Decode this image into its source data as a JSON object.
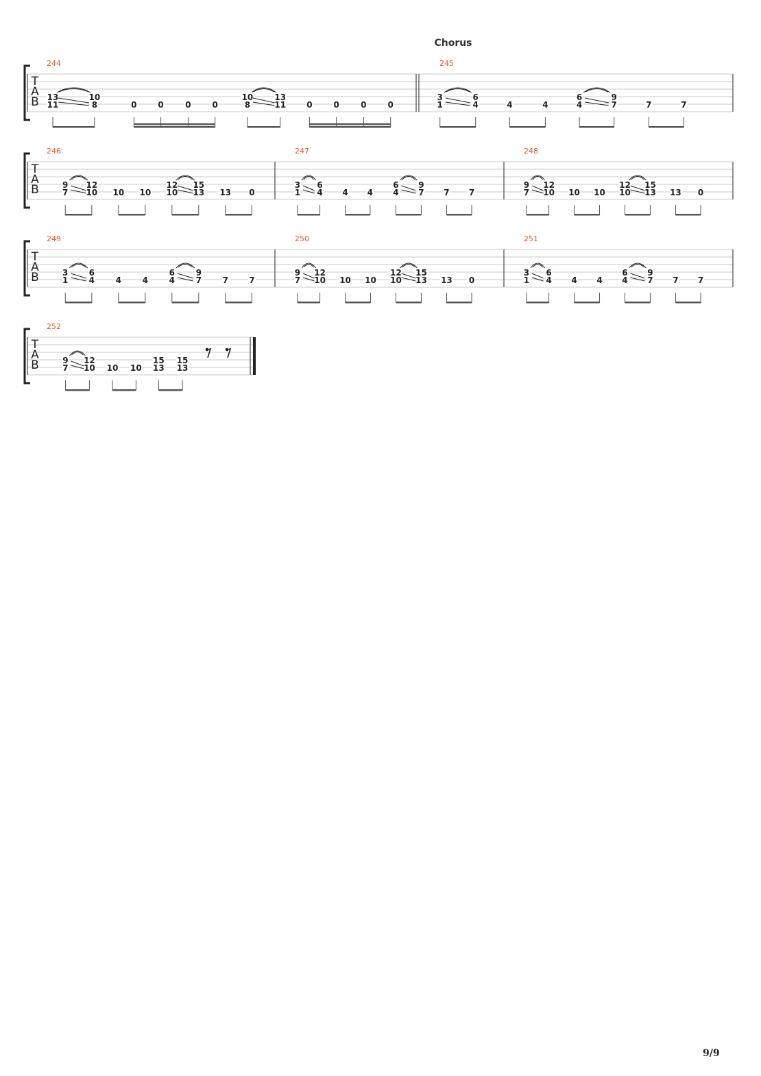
{
  "page": {
    "number": "9/9"
  },
  "colors": {
    "staff_line": "#c8c8c8",
    "bar_number": "#e8562a",
    "note": "#222222",
    "beam": "#555555"
  },
  "tab_letters": [
    "T",
    "A",
    "B"
  ],
  "systems": [
    {
      "measures": [
        {
          "number": "244",
          "section": "Chorus",
          "groups": [
            {
              "beam": "single",
              "notes": [
                {
                  "s": 4,
                  "f": "13",
                  "x": 0.065
                },
                {
                  "s": 5,
                  "f": "11",
                  "x": 0.065
                },
                {
                  "s": 4,
                  "f": "10",
                  "x": 0.172,
                  "slur": "prev"
                },
                {
                  "s": 5,
                  "f": "8",
                  "x": 0.172,
                  "slide": "prev"
                }
              ]
            },
            {
              "beam": "double",
              "notes": [
                {
                  "s": 5,
                  "f": "0",
                  "x": 0.273
                },
                {
                  "s": 5,
                  "f": "0",
                  "x": 0.342
                },
                {
                  "s": 5,
                  "f": "0",
                  "x": 0.412
                },
                {
                  "s": 5,
                  "f": "0",
                  "x": 0.481
                }
              ]
            },
            {
              "beam": "single",
              "notes": [
                {
                  "s": 4,
                  "f": "10",
                  "x": 0.564
                },
                {
                  "s": 5,
                  "f": "8",
                  "x": 0.564
                },
                {
                  "s": 4,
                  "f": "13",
                  "x": 0.648,
                  "slur": "prev"
                },
                {
                  "s": 5,
                  "f": "11",
                  "x": 0.648,
                  "slide": "prev"
                }
              ]
            },
            {
              "beam": "double",
              "notes": [
                {
                  "s": 5,
                  "f": "0",
                  "x": 0.723
                },
                {
                  "s": 5,
                  "f": "0",
                  "x": 0.792
                },
                {
                  "s": 5,
                  "f": "0",
                  "x": 0.862
                },
                {
                  "s": 5,
                  "f": "0",
                  "x": 0.931
                }
              ]
            }
          ]
        },
        {
          "number": "245",
          "groups": [
            {
              "beam": "single",
              "notes": [
                {
                  "s": 4,
                  "f": "3",
                  "x": 0.063
                },
                {
                  "s": 5,
                  "f": "1",
                  "x": 0.063
                },
                {
                  "s": 4,
                  "f": "6",
                  "x": 0.177,
                  "slur": "prev"
                },
                {
                  "s": 5,
                  "f": "4",
                  "x": 0.177,
                  "slide": "prev"
                }
              ]
            },
            {
              "beam": "single",
              "notes": [
                {
                  "s": 5,
                  "f": "4",
                  "x": 0.286
                },
                {
                  "s": 5,
                  "f": "4",
                  "x": 0.4
                }
              ]
            },
            {
              "beam": "single",
              "notes": [
                {
                  "s": 4,
                  "f": "6",
                  "x": 0.509
                },
                {
                  "s": 5,
                  "f": "4",
                  "x": 0.509
                },
                {
                  "s": 4,
                  "f": "9",
                  "x": 0.62,
                  "slur": "prev"
                },
                {
                  "s": 5,
                  "f": "7",
                  "x": 0.62,
                  "slide": "prev"
                }
              ]
            },
            {
              "beam": "single",
              "notes": [
                {
                  "s": 5,
                  "f": "7",
                  "x": 0.731
                },
                {
                  "s": 5,
                  "f": "7",
                  "x": 0.843
                }
              ]
            }
          ]
        }
      ]
    },
    {
      "measures": [
        {
          "number": "246",
          "groups": [
            {
              "beam": "single",
              "notes": [
                {
                  "s": 4,
                  "f": "9",
                  "x": 0.153
                },
                {
                  "s": 5,
                  "f": "7",
                  "x": 0.153
                },
                {
                  "s": 4,
                  "f": "12",
                  "x": 0.26,
                  "slur": "prev"
                },
                {
                  "s": 5,
                  "f": "10",
                  "x": 0.26,
                  "slide": "prev"
                }
              ]
            },
            {
              "beam": "single",
              "notes": [
                {
                  "s": 5,
                  "f": "10",
                  "x": 0.368
                },
                {
                  "s": 5,
                  "f": "10",
                  "x": 0.476
                }
              ]
            },
            {
              "beam": "single",
              "notes": [
                {
                  "s": 4,
                  "f": "12",
                  "x": 0.584
                },
                {
                  "s": 5,
                  "f": "10",
                  "x": 0.584
                },
                {
                  "s": 4,
                  "f": "15",
                  "x": 0.692,
                  "slur": "prev"
                },
                {
                  "s": 5,
                  "f": "13",
                  "x": 0.692,
                  "slide": "prev"
                }
              ]
            },
            {
              "beam": "single",
              "notes": [
                {
                  "s": 5,
                  "f": "13",
                  "x": 0.8
                },
                {
                  "s": 5,
                  "f": "0",
                  "x": 0.907
                }
              ]
            }
          ]
        },
        {
          "number": "247",
          "groups": [
            {
              "beam": "single",
              "notes": [
                {
                  "s": 4,
                  "f": "3",
                  "x": 0.096
                },
                {
                  "s": 5,
                  "f": "1",
                  "x": 0.096
                },
                {
                  "s": 4,
                  "f": "6",
                  "x": 0.194,
                  "slur": "prev"
                },
                {
                  "s": 5,
                  "f": "4",
                  "x": 0.194,
                  "slide": "prev"
                }
              ]
            },
            {
              "beam": "single",
              "notes": [
                {
                  "s": 5,
                  "f": "4",
                  "x": 0.305
                },
                {
                  "s": 5,
                  "f": "4",
                  "x": 0.414
                }
              ]
            },
            {
              "beam": "single",
              "notes": [
                {
                  "s": 4,
                  "f": "6",
                  "x": 0.527
                },
                {
                  "s": 5,
                  "f": "4",
                  "x": 0.527
                },
                {
                  "s": 4,
                  "f": "9",
                  "x": 0.638,
                  "slur": "prev"
                },
                {
                  "s": 5,
                  "f": "7",
                  "x": 0.638,
                  "slide": "prev"
                }
              ]
            },
            {
              "beam": "single",
              "notes": [
                {
                  "s": 5,
                  "f": "7",
                  "x": 0.749
                },
                {
                  "s": 5,
                  "f": "7",
                  "x": 0.859
                }
              ]
            }
          ]
        },
        {
          "number": "248",
          "groups": [
            {
              "beam": "single",
              "notes": [
                {
                  "s": 4,
                  "f": "9",
                  "x": 0.096
                },
                {
                  "s": 5,
                  "f": "7",
                  "x": 0.096
                },
                {
                  "s": 4,
                  "f": "12",
                  "x": 0.194,
                  "slur": "prev"
                },
                {
                  "s": 5,
                  "f": "10",
                  "x": 0.194,
                  "slide": "prev"
                }
              ]
            },
            {
              "beam": "single",
              "notes": [
                {
                  "s": 5,
                  "f": "10",
                  "x": 0.305
                },
                {
                  "s": 5,
                  "f": "10",
                  "x": 0.416
                }
              ]
            },
            {
              "beam": "single",
              "notes": [
                {
                  "s": 4,
                  "f": "12",
                  "x": 0.527
                },
                {
                  "s": 5,
                  "f": "10",
                  "x": 0.527
                },
                {
                  "s": 4,
                  "f": "15",
                  "x": 0.638,
                  "slur": "prev"
                },
                {
                  "s": 5,
                  "f": "13",
                  "x": 0.638,
                  "slide": "prev"
                }
              ]
            },
            {
              "beam": "single",
              "notes": [
                {
                  "s": 5,
                  "f": "13",
                  "x": 0.749
                },
                {
                  "s": 5,
                  "f": "0",
                  "x": 0.859
                }
              ]
            }
          ]
        }
      ]
    },
    {
      "measures": [
        {
          "number": "249",
          "groups": [
            {
              "beam": "single",
              "notes": [
                {
                  "s": 4,
                  "f": "3",
                  "x": 0.153
                },
                {
                  "s": 5,
                  "f": "1",
                  "x": 0.153
                },
                {
                  "s": 4,
                  "f": "6",
                  "x": 0.26,
                  "slur": "prev"
                },
                {
                  "s": 5,
                  "f": "4",
                  "x": 0.26,
                  "slide": "prev"
                }
              ]
            },
            {
              "beam": "single",
              "notes": [
                {
                  "s": 5,
                  "f": "4",
                  "x": 0.368
                },
                {
                  "s": 5,
                  "f": "4",
                  "x": 0.476
                }
              ]
            },
            {
              "beam": "single",
              "notes": [
                {
                  "s": 4,
                  "f": "6",
                  "x": 0.584
                },
                {
                  "s": 5,
                  "f": "4",
                  "x": 0.584
                },
                {
                  "s": 4,
                  "f": "9",
                  "x": 0.692,
                  "slur": "prev"
                },
                {
                  "s": 5,
                  "f": "7",
                  "x": 0.692,
                  "slide": "prev"
                }
              ]
            },
            {
              "beam": "single",
              "notes": [
                {
                  "s": 5,
                  "f": "7",
                  "x": 0.8
                },
                {
                  "s": 5,
                  "f": "7",
                  "x": 0.907
                }
              ]
            }
          ]
        },
        {
          "number": "250",
          "groups": [
            {
              "beam": "single",
              "notes": [
                {
                  "s": 4,
                  "f": "9",
                  "x": 0.096
                },
                {
                  "s": 5,
                  "f": "7",
                  "x": 0.096
                },
                {
                  "s": 4,
                  "f": "12",
                  "x": 0.194,
                  "slur": "prev"
                },
                {
                  "s": 5,
                  "f": "10",
                  "x": 0.194,
                  "slide": "prev"
                }
              ]
            },
            {
              "beam": "single",
              "notes": [
                {
                  "s": 5,
                  "f": "10",
                  "x": 0.305
                },
                {
                  "s": 5,
                  "f": "10",
                  "x": 0.416
                }
              ]
            },
            {
              "beam": "single",
              "notes": [
                {
                  "s": 4,
                  "f": "12",
                  "x": 0.527
                },
                {
                  "s": 5,
                  "f": "10",
                  "x": 0.527
                },
                {
                  "s": 4,
                  "f": "15",
                  "x": 0.638,
                  "slur": "prev"
                },
                {
                  "s": 5,
                  "f": "13",
                  "x": 0.638,
                  "slide": "prev"
                }
              ]
            },
            {
              "beam": "single",
              "notes": [
                {
                  "s": 5,
                  "f": "13",
                  "x": 0.749
                },
                {
                  "s": 5,
                  "f": "0",
                  "x": 0.859
                }
              ]
            }
          ]
        },
        {
          "number": "251",
          "groups": [
            {
              "beam": "single",
              "notes": [
                {
                  "s": 4,
                  "f": "3",
                  "x": 0.096
                },
                {
                  "s": 5,
                  "f": "1",
                  "x": 0.096
                },
                {
                  "s": 4,
                  "f": "6",
                  "x": 0.194,
                  "slur": "prev"
                },
                {
                  "s": 5,
                  "f": "4",
                  "x": 0.194,
                  "slide": "prev"
                }
              ]
            },
            {
              "beam": "single",
              "notes": [
                {
                  "s": 5,
                  "f": "4",
                  "x": 0.305
                },
                {
                  "s": 5,
                  "f": "4",
                  "x": 0.416
                }
              ]
            },
            {
              "beam": "single",
              "notes": [
                {
                  "s": 4,
                  "f": "6",
                  "x": 0.527
                },
                {
                  "s": 5,
                  "f": "4",
                  "x": 0.527
                },
                {
                  "s": 4,
                  "f": "9",
                  "x": 0.638,
                  "slur": "prev"
                },
                {
                  "s": 5,
                  "f": "7",
                  "x": 0.638,
                  "slide": "prev"
                }
              ]
            },
            {
              "beam": "single",
              "notes": [
                {
                  "s": 5,
                  "f": "7",
                  "x": 0.749
                },
                {
                  "s": 5,
                  "f": "7",
                  "x": 0.859
                }
              ]
            }
          ]
        }
      ]
    },
    {
      "final": true,
      "measures": [
        {
          "number": "252",
          "groups": [
            {
              "beam": "single",
              "notes": [
                {
                  "s": 4,
                  "f": "9",
                  "x": 0.168
                },
                {
                  "s": 5,
                  "f": "7",
                  "x": 0.168
                },
                {
                  "s": 4,
                  "f": "12",
                  "x": 0.274,
                  "slur": "prev"
                },
                {
                  "s": 5,
                  "f": "10",
                  "x": 0.274,
                  "slide": "prev"
                }
              ]
            },
            {
              "beam": "single",
              "notes": [
                {
                  "s": 5,
                  "f": "10",
                  "x": 0.376
                },
                {
                  "s": 5,
                  "f": "10",
                  "x": 0.48
                }
              ]
            },
            {
              "beam": "single",
              "notes": [
                {
                  "s": 4,
                  "f": "15",
                  "x": 0.58
                },
                {
                  "s": 5,
                  "f": "13",
                  "x": 0.58
                },
                {
                  "s": 4,
                  "f": "15",
                  "x": 0.685
                },
                {
                  "s": 5,
                  "f": "13",
                  "x": 0.685
                }
              ]
            }
          ],
          "rests": [
            {
              "type": "eighth",
              "x": 0.8
            },
            {
              "type": "eighth",
              "x": 0.888
            }
          ]
        }
      ]
    }
  ]
}
